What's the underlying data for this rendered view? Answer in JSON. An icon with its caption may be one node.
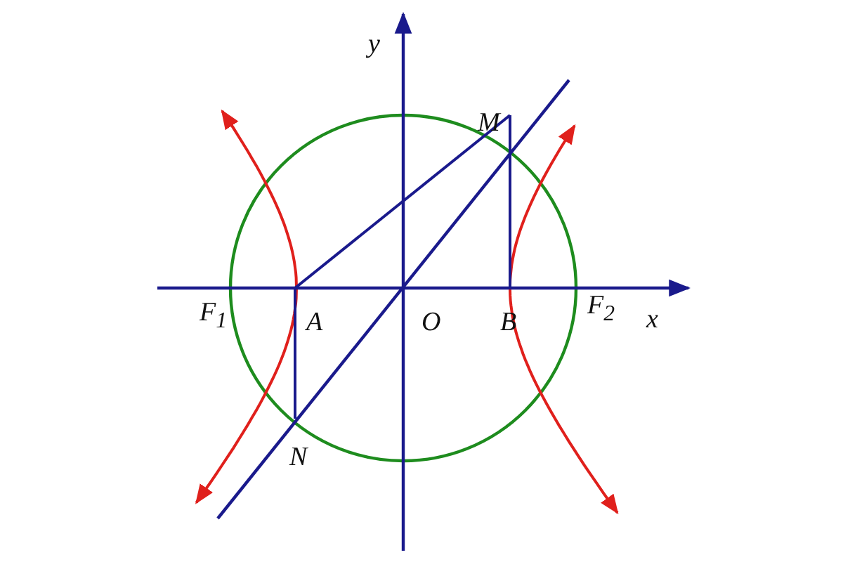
{
  "diagram": {
    "labels": [
      "y",
      "M",
      "F$_{1}$",
      "A",
      "O",
      "B",
      "F$_{2}$",
      "x",
      "N"
    ]
  }
}
